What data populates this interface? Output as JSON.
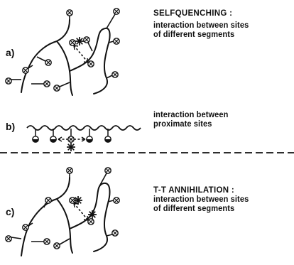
{
  "panels": {
    "a": {
      "label": "a)",
      "heading": "SELFQUENCHING :",
      "line1": "interaction between sites",
      "line2": "of different segments"
    },
    "b": {
      "label": "b)",
      "line1": "interaction between",
      "line2": "proximate sites"
    },
    "c": {
      "label": "c)",
      "heading": "T-T ANNIHILATION :",
      "line1": "interaction between sites",
      "line2": "of different segments"
    }
  }
}
